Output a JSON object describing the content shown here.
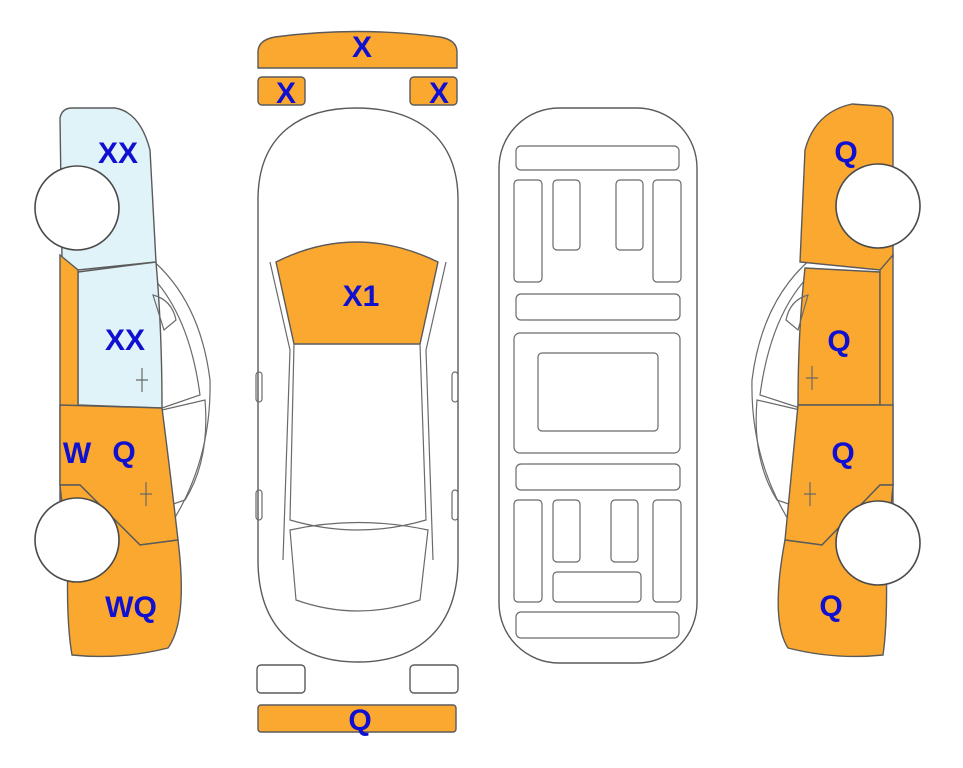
{
  "colors": {
    "damaged": "#FBA830",
    "glass": "#E0F3F8",
    "label": "#1010D0",
    "outline": "#5A5A5A"
  },
  "labels": {
    "front_bumper": "X",
    "headlight_left": "X",
    "headlight_right": "X",
    "hood": "X1",
    "rear_bumper": "Q",
    "left_front_fender": "XX",
    "left_front_door": "XX",
    "left_rear_door_w": "W",
    "left_rear_door_q": "Q",
    "left_rear_quarter": "WQ",
    "right_front_fender": "Q",
    "right_front_door": "Q",
    "right_rear_door": "Q",
    "right_rear_quarter": "Q"
  }
}
